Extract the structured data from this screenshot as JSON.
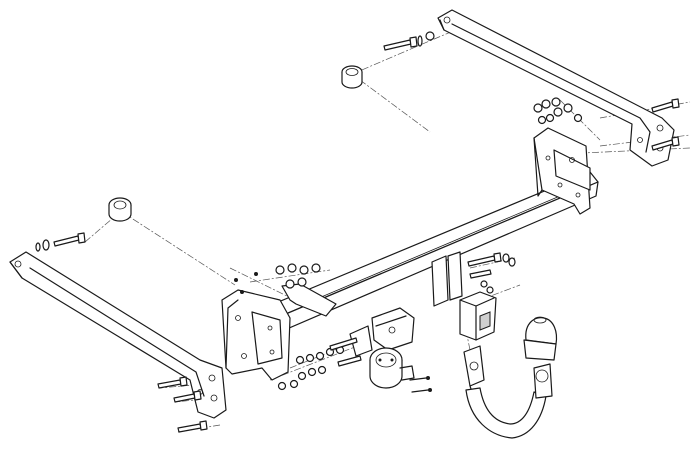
{
  "diagram": {
    "type": "exploded-assembly",
    "parts": [
      {
        "id": "left-side-arm",
        "icon": "bracket-arm-icon"
      },
      {
        "id": "right-side-arm",
        "icon": "bracket-arm-icon"
      },
      {
        "id": "cross-beam",
        "icon": "tow-bar-beam-icon"
      },
      {
        "id": "left-mounting-plate",
        "icon": "mounting-plate-icon"
      },
      {
        "id": "right-mounting-plate",
        "icon": "mounting-plate-icon"
      },
      {
        "id": "spacer-bushing",
        "icon": "bushing-icon"
      },
      {
        "id": "detachable-swan-neck",
        "icon": "tow-ball-neck-icon"
      },
      {
        "id": "tow-ball-cap",
        "icon": "ball-cap-icon"
      },
      {
        "id": "receiver-socket",
        "icon": "receiver-socket-icon"
      },
      {
        "id": "electric-socket",
        "icon": "electric-socket-icon"
      },
      {
        "id": "bolts-nuts-washers",
        "icon": "fastener-icon"
      }
    ]
  },
  "colors": {
    "line": "#1a1a1a",
    "background": "#ffffff",
    "accent": "#cfcfcf"
  }
}
